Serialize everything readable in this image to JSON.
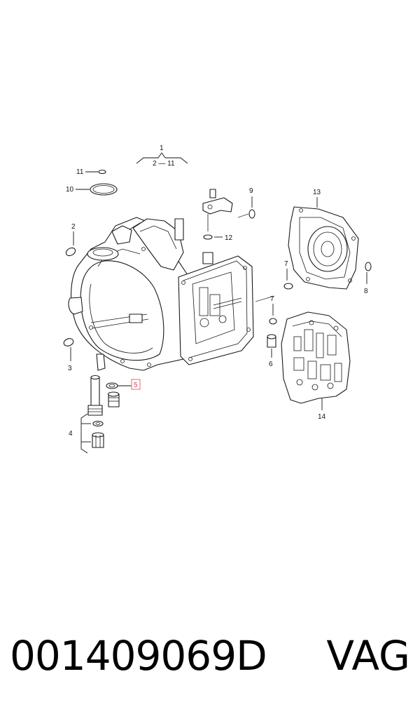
{
  "diagram": {
    "callouts": {
      "c1": "1",
      "c1_range": "2 — 11",
      "c2": "2",
      "c3": "3",
      "c4": "4",
      "c5": "5",
      "c6": "6",
      "c7a": "7",
      "c7b": "7",
      "c8": "8",
      "c9": "9",
      "c10": "10",
      "c11": "11",
      "c12": "12",
      "c13": "13",
      "c14": "14"
    },
    "highlight_color": "#e06a7a"
  },
  "footer": {
    "part_number": "001409069D",
    "brand": "VAG"
  }
}
